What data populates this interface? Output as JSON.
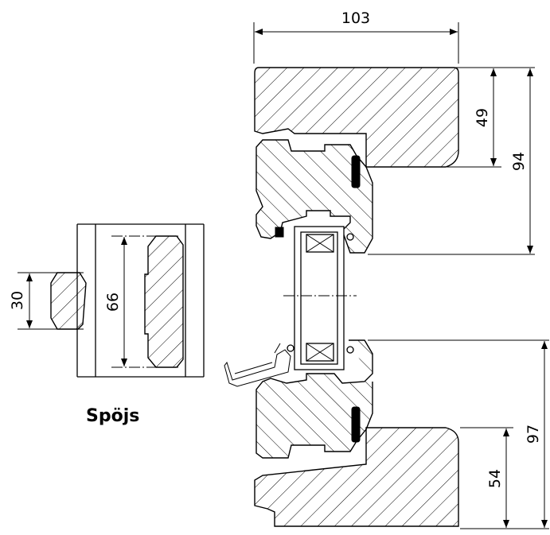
{
  "diagram": {
    "caption": "Spöjs",
    "dimensions": {
      "top_width": "103",
      "upper_inner": "49",
      "upper_outer": "94",
      "lower_inner": "54",
      "lower_outer": "97",
      "profile_small": "30",
      "profile_large": "66"
    }
  }
}
